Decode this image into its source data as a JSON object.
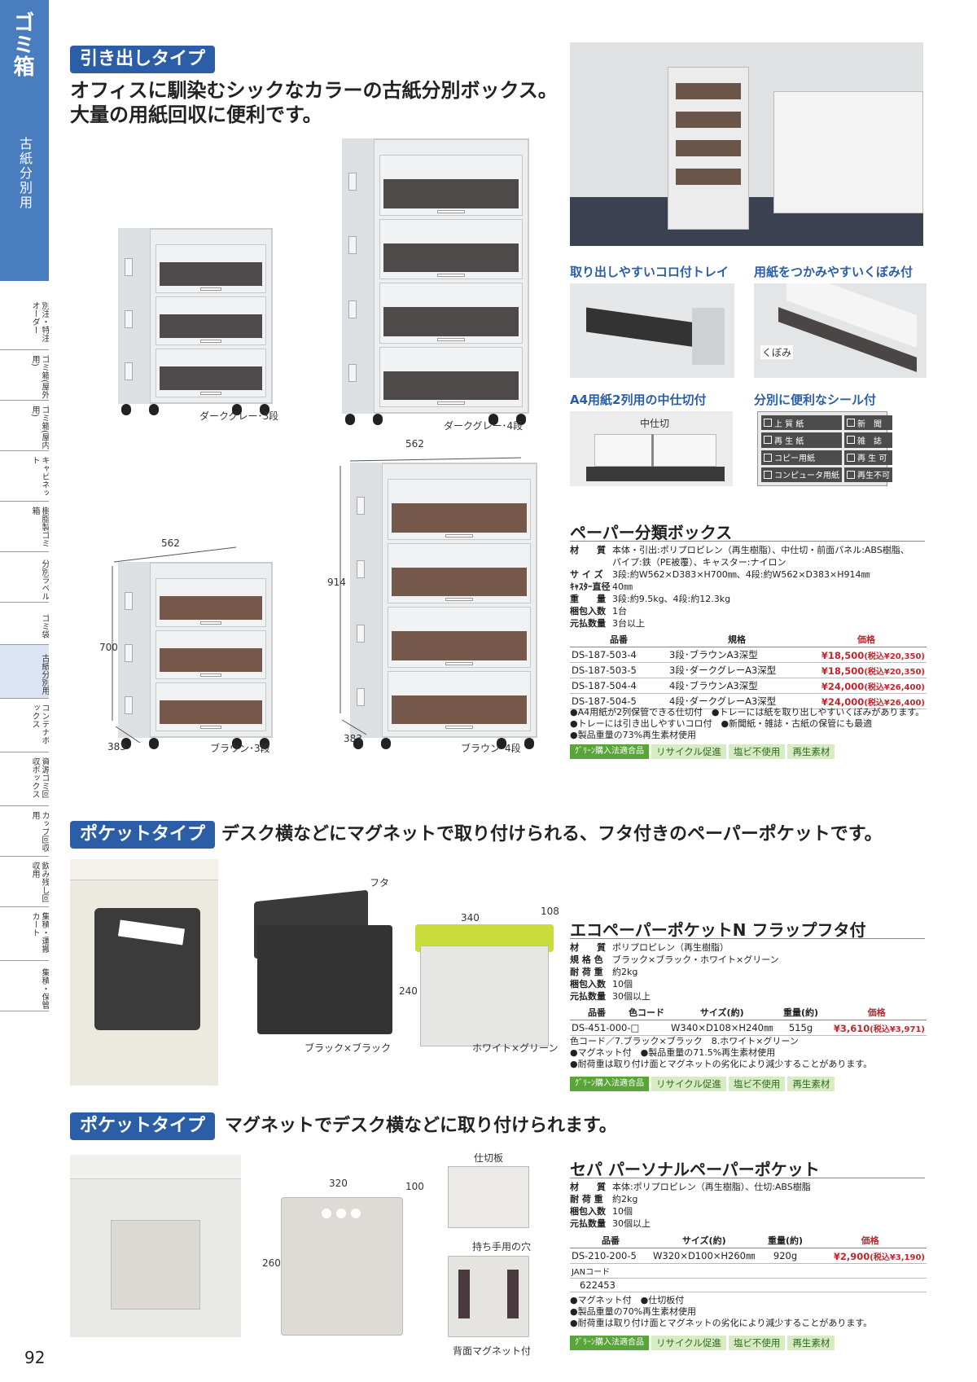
{
  "sidebar": {
    "category": "ゴミ箱",
    "subcategory": "古紙分別用",
    "nav": [
      {
        "label": "別注・特注オーダー",
        "h": 66
      },
      {
        "label": "ゴミ箱(屋外用)",
        "h": 62
      },
      {
        "label": "ゴミ箱(屋内用)",
        "h": 62
      },
      {
        "label": "キャビネット",
        "h": 62
      },
      {
        "label": "樹脂製ゴミ箱",
        "h": 62
      },
      {
        "label": "分別ラベル",
        "h": 62
      },
      {
        "label": "ゴミ袋",
        "h": 52
      },
      {
        "label": "古紙分別用",
        "h": 66,
        "active": true
      },
      {
        "label": "コンテナボックス",
        "h": 66
      },
      {
        "label": "資源ゴミ回収ボックス",
        "h": 66
      },
      {
        "label": "カップ回収用",
        "h": 62
      },
      {
        "label": "飲み残し回収用",
        "h": 62
      },
      {
        "label": "集積・運搬カート",
        "h": 66
      },
      {
        "label": "集積・保管",
        "h": 62
      }
    ],
    "page_number": "92"
  },
  "section1": {
    "tag": "引き出しタイプ",
    "headline_line1": "オフィスに馴染むシックなカラーの古紙分別ボックス。",
    "headline_line2": "大量の用紙回収に便利です。",
    "captions": {
      "grey3": "ダークグレー･3段",
      "grey4": "ダークグレー･4段",
      "brown3": "ブラウン･3段",
      "brown4": "ブラウン･4段"
    },
    "dims": {
      "w": "562",
      "h700": "700",
      "d": "383",
      "w2": "562",
      "h914": "914",
      "d2": "383"
    },
    "features": {
      "f1": "取り出しやすいコロ付トレイ",
      "f2": "用紙をつかみやすいくぼみ付",
      "f3": "A4用紙2列用の中仕切付",
      "f4": "分別に便利なシール付",
      "kubomi": "くぼみ",
      "nakajikiri": "中仕切"
    },
    "stickers": [
      "上 質 紙",
      "新　聞",
      "再 生 紙",
      "雑　誌",
      "コピー用紙",
      "再 生 可",
      "コンピュータ用紙",
      "再生不可"
    ],
    "product": {
      "title": "ペーパー分類ボックス",
      "specs": [
        {
          "k": "材　　質",
          "v": "本体・引出:ポリプロピレン（再生樹脂）、中仕切・前面パネル:ABS樹脂、"
        },
        {
          "k": "",
          "v": "パイプ:鉄（PE被覆）、キャスター:ナイロン"
        },
        {
          "k": "サ イ ズ",
          "v": "3段:約W562×D383×H700㎜、4段:約W562×D383×H914㎜"
        },
        {
          "k": "ｷｬｽﾀｰ直径",
          "v": "40㎜"
        },
        {
          "k": "重　　量",
          "v": "3段:約9.5kg、4段:約12.3kg"
        },
        {
          "k": "梱包入数",
          "v": "1台"
        },
        {
          "k": "元払数量",
          "v": "3台以上"
        }
      ],
      "table_head": {
        "code": "品番",
        "spec": "規格",
        "price": "価格"
      },
      "rows": [
        {
          "code": "DS-187-503-4",
          "spec": "3段･ブラウンA3深型",
          "price": "¥18,500",
          "tax": "(税込¥20,350)"
        },
        {
          "code": "DS-187-503-5",
          "spec": "3段･ダークグレーA3深型",
          "price": "¥18,500",
          "tax": "(税込¥20,350)"
        },
        {
          "code": "DS-187-504-4",
          "spec": "4段･ブラウンA3深型",
          "price": "¥24,000",
          "tax": "(税込¥26,400)"
        },
        {
          "code": "DS-187-504-5",
          "spec": "4段･ダークグレーA3深型",
          "price": "¥24,000",
          "tax": "(税込¥26,400)"
        }
      ],
      "notes": [
        "●A4用紙が2列保管できる仕切付　●トレーには紙を取り出しやすいくぼみがあります。",
        "●トレーには引き出しやすいコロ付　●新聞紙・雑誌・古紙の保管にも最適",
        "●製品重量の73%再生素材使用"
      ]
    }
  },
  "badges": [
    "ｸﾞﾘｰﾝ購入法適合品",
    "リサイクル促進",
    "塩ビ不使用",
    "再生素材"
  ],
  "section2": {
    "tag": "ポケットタイプ",
    "headline": "デスク横などにマグネットで取り付けられる、フタ付きのペーパーポケットです。",
    "captions": {
      "black": "ブラック×ブラック",
      "white": "ホワイト×グリーン",
      "futa": "フタ"
    },
    "dims": {
      "w": "340",
      "d": "108",
      "h": "240"
    },
    "product": {
      "title": "エコペーパーポケットN フラップフタ付",
      "specs": [
        {
          "k": "材　　質",
          "v": "ポリプロピレン（再生樹脂）"
        },
        {
          "k": "規 格 色",
          "v": "ブラック×ブラック・ホワイト×グリーン"
        },
        {
          "k": "耐 荷 重",
          "v": "約2kg"
        },
        {
          "k": "梱包入数",
          "v": "10個"
        },
        {
          "k": "元払数量",
          "v": "30個以上"
        }
      ],
      "table_head": {
        "code": "品番",
        "color": "色コード",
        "size": "サイズ(約)",
        "weight": "重量(約)",
        "price": "価格"
      },
      "row": {
        "code": "DS-451-000-□",
        "size": "W340×D108×H240㎜",
        "weight": "515g",
        "price": "¥3,610",
        "tax": "(税込¥3,971)"
      },
      "notes": [
        "色コード／7.ブラック×ブラック　8.ホワイト×グリーン",
        "●マグネット付　●製品重量の71.5%再生素材使用",
        "●耐荷重は取り付け面とマグネットの劣化により減少することがあります。"
      ]
    }
  },
  "section3": {
    "tag": "ポケットタイプ",
    "headline": "マグネットでデスク横などに取り付けられます。",
    "captions": {
      "shikiri": "仕切板",
      "hole": "持ち手用の穴",
      "magnet": "背面マグネット付"
    },
    "dims": {
      "w": "320",
      "d": "100",
      "h": "260"
    },
    "product": {
      "title": "セパ パーソナルペーパーポケット",
      "specs": [
        {
          "k": "材　　質",
          "v": "本体:ポリプロピレン（再生樹脂）、仕切:ABS樹脂"
        },
        {
          "k": "耐 荷 重",
          "v": "約2kg"
        },
        {
          "k": "梱包入数",
          "v": "10個"
        },
        {
          "k": "元払数量",
          "v": "30個以上"
        }
      ],
      "table_head": {
        "code": "品番",
        "size": "サイズ(約)",
        "weight": "重量(約)",
        "price": "価格"
      },
      "row": {
        "code": "DS-210-200-5",
        "size": "W320×D100×H260㎜",
        "weight": "920g",
        "price": "¥2,900",
        "tax": "(税込¥3,190)"
      },
      "jan_label": "JANコード",
      "jan": "622453",
      "notes": [
        "●マグネット付　●仕切板付",
        "●製品重量の70%再生素材使用",
        "●耐荷重は取り付け面とマグネットの劣化により減少することがあります。"
      ]
    }
  },
  "colors": {
    "accent": "#2b5ea6",
    "sidebar": "#4a7cc0",
    "price": "#c0282d",
    "badge": "#d8ecc4"
  }
}
